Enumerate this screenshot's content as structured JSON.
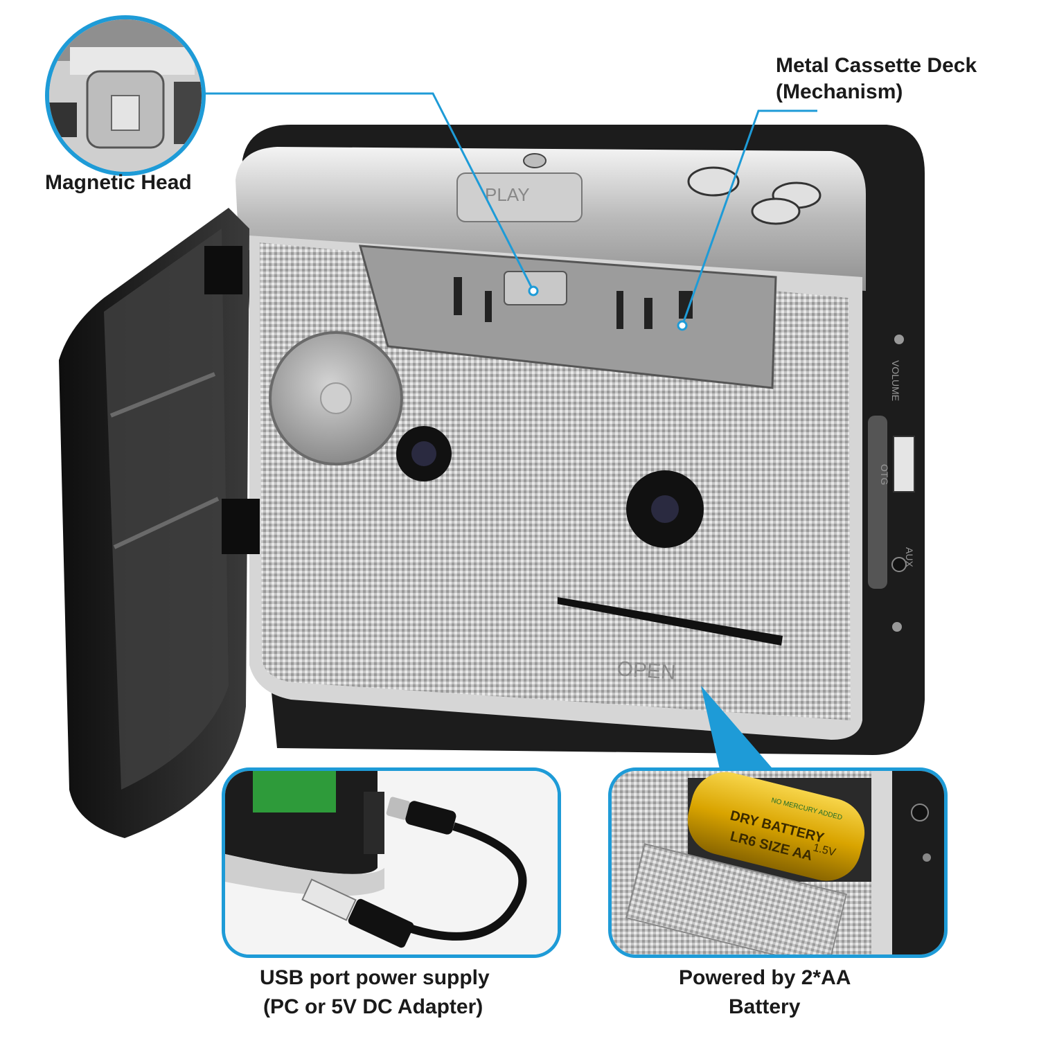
{
  "labels": {
    "magnetic_head": "Magnetic Head",
    "metal_deck_line1": "Metal Cassette Deck",
    "metal_deck_line2": "(Mechanism)",
    "usb_line1": "USB port power supply",
    "usb_line2": "(PC or 5V DC Adapter)",
    "battery_line1": "Powered by 2*AA",
    "battery_line2": "Battery"
  },
  "device_markings": {
    "open": "OPEN",
    "volume": "VOLUME",
    "otg": "OTG",
    "aux": "AUX",
    "play": "PLAY",
    "dry_battery": "DRY BATTERY",
    "lr6": "LR6 SIZE AA",
    "voltage": "1.5V",
    "no_mercury": "NO MERCURY ADDED"
  },
  "colors": {
    "accent": "#1e9bd7",
    "body_black": "#1c1c1c",
    "silver": "#c9c9c9",
    "battery_gold": "#d9a400"
  }
}
